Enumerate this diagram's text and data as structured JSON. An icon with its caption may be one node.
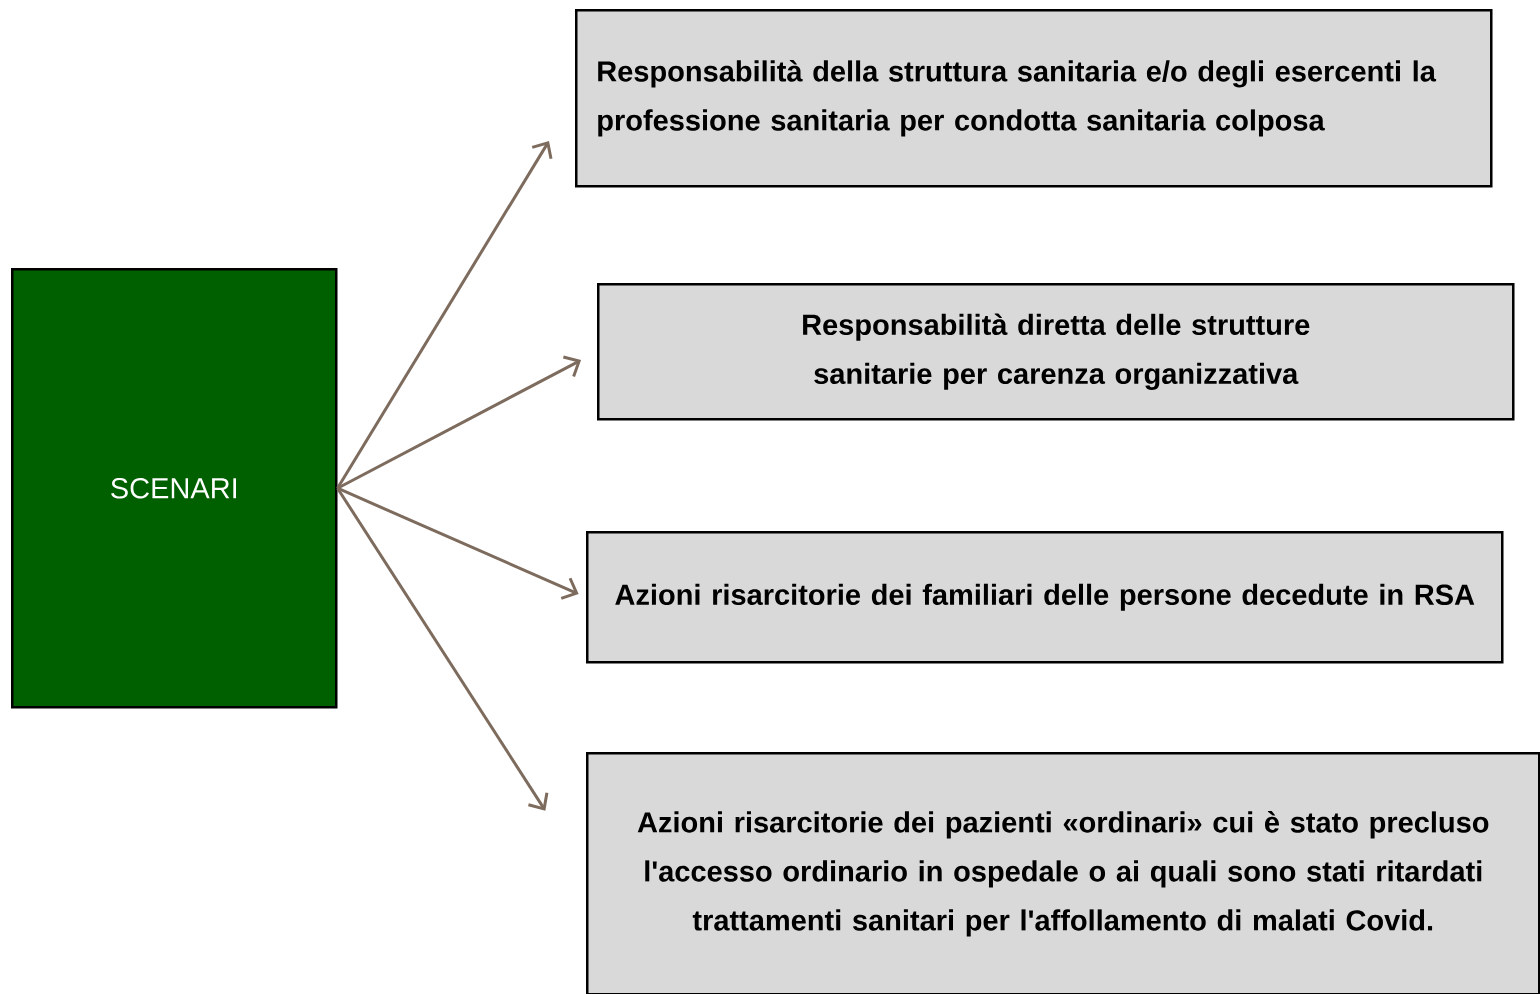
{
  "diagram": {
    "nodes": [
      {
        "text": [
          "SCENARI"
        ]
      },
      {
        "text": [
          "Responsabilità della struttura sanitaria e/o degli esercenti la professione sanitaria per condotta sanitaria colposa"
        ]
      },
      {
        "text": [
          "Responsabilità diretta delle strutture sanitarie per carenza organizzativa"
        ]
      },
      {
        "text": [
          "Azioni risarcitorie dei familiari delle persone decedute in RSA"
        ]
      },
      {
        "text": [
          "Azioni risarcitorie dei pazienti «ordinari» cui è stato precluso l'accesso ordinario in ospedale o ai quali sono stati ritardati trattamenti sanitari per l'affollamento di malati Covid."
        ]
      }
    ],
    "edges": [
      {
        "from": 0,
        "to": 1,
        "arrow": "to"
      },
      {
        "from": 0,
        "to": 2,
        "arrow": "to"
      },
      {
        "from": 0,
        "to": 3,
        "arrow": "to"
      },
      {
        "from": 0,
        "to": 4,
        "arrow": "to"
      }
    ]
  }
}
